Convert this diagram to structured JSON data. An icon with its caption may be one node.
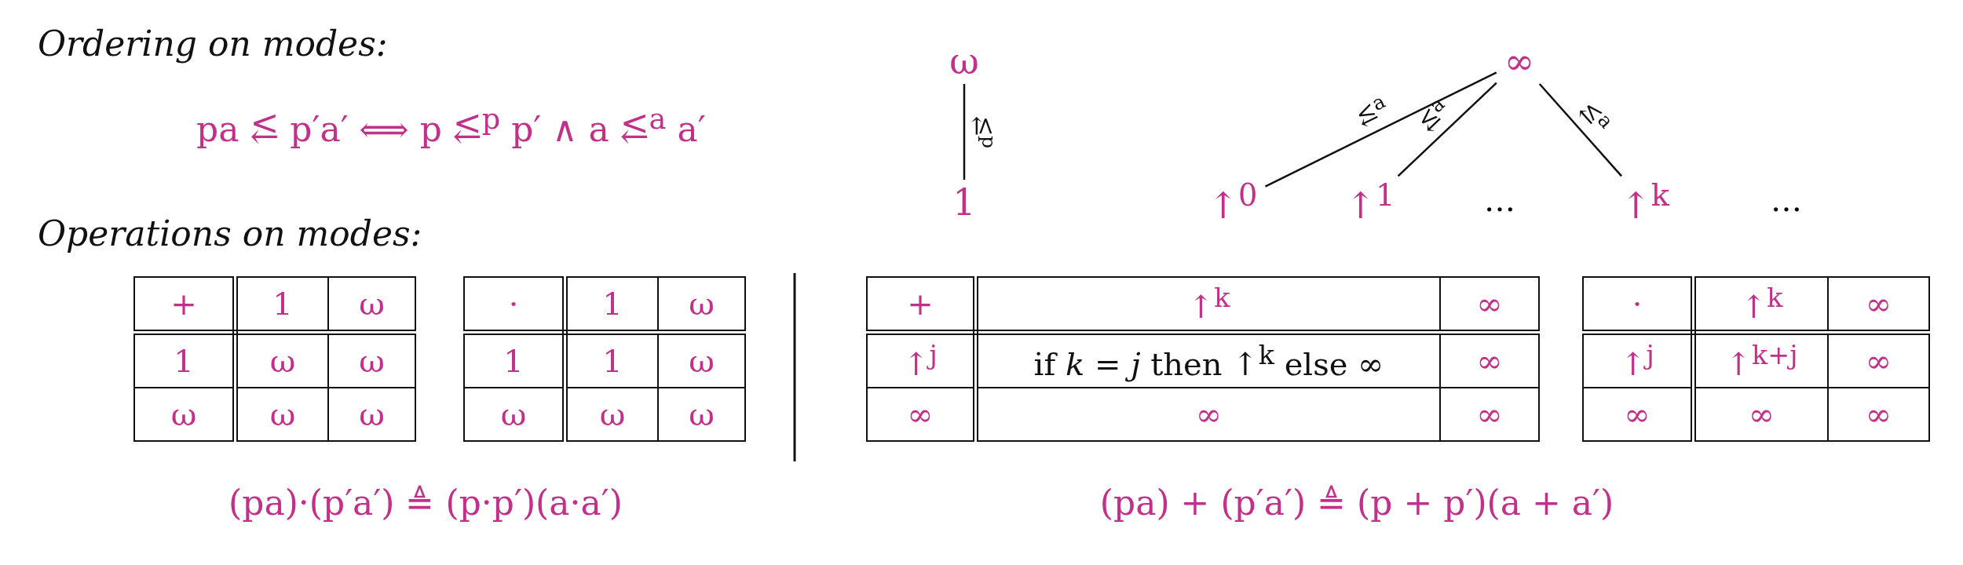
{
  "diagram": {
    "nodes": [
      {
        "text": [
          "ω"
        ]
      },
      {
        "text": [
          "1"
        ]
      },
      {
        "text": [
          "∞"
        ]
      },
      {
        "text": [
          "↑$^{0}$"
        ]
      },
      {
        "text": [
          "↑$^{1}$"
        ]
      },
      {
        "text": [
          "↑$^{k}$"
        ]
      }
    ],
    "edges": [
      {
        "from": 0,
        "to": 1,
        "arrow": "none",
        "label": "⥶$^{p}$"
      },
      {
        "from": 2,
        "to": 3,
        "arrow": "none",
        "label": "⥶$^{a}$"
      },
      {
        "from": 2,
        "to": 4,
        "arrow": "none",
        "label": "⥶$^{a}$"
      },
      {
        "from": 2,
        "to": 5,
        "arrow": "none",
        "label": "⥶$^{a}$"
      }
    ],
    "labels": [
      "Ordering on modes:",
      "pa ⥶ p′a′ ⟺ p ⥶$^{p}$ p′ ∧ a ⥶$^{a}$ a′",
      "…",
      "…",
      "Operations on modes:",
      "+",
      "1",
      "ω",
      "1",
      "ω",
      "ω",
      "ω",
      "ω",
      "ω",
      "·",
      "1",
      "ω",
      "1",
      "1",
      "ω",
      "ω",
      "ω",
      "ω",
      "+",
      "↑$^{k}$",
      "∞",
      "↑$^{j}$",
      "if *k* = *j* then ↑$^{k}$ else ∞",
      "∞",
      "∞",
      "∞",
      "∞",
      "·",
      "↑$^{k}$",
      "∞",
      "↑$^{j}$",
      "↑$^{k+j}$",
      "∞",
      "∞",
      "∞",
      "∞",
      "(pa)·(p′a′) ≜ (p·p′)(a·a′)",
      "(pa) + (p′a′) ≜ (p + p′)(a + a′)"
    ]
  }
}
